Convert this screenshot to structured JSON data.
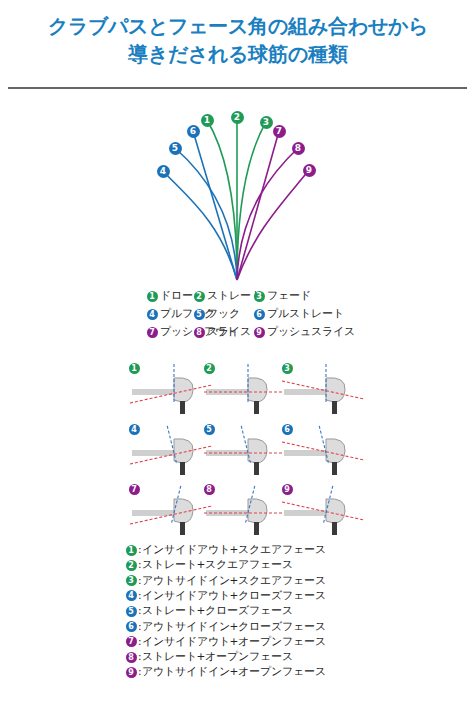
{
  "diagram": {
    "title": "クラブパスとフェース角の組み合わせから 導きだされる球筋の種類",
    "labels": [
      "1",
      "2",
      "3",
      "4",
      "5",
      "6",
      "7",
      "8",
      "9",
      "1",
      "2",
      "3",
      "4",
      "5",
      "6",
      "7",
      "8",
      "9",
      "ドロー",
      "ストレート",
      "フェード",
      "プルフック",
      "フック",
      "プルストレート",
      "プッシュアウト",
      "スライス",
      "プッシュスライス",
      "1",
      "2",
      "3",
      "4",
      "5",
      "6",
      "7",
      "8",
      "9",
      "1",
      "2",
      "3",
      "4",
      "5",
      "6",
      "7",
      "8",
      "9",
      ":インサイドアウト+スクエアフェース",
      ":ストレート+スクエアフェース",
      ":アウトサイドイン+スクエアフェース",
      ":インサイドアウト+クローズフェース",
      ":ストレート+クローズフェース",
      ":アウトサイドイン+クローズフェース",
      ":インサイドアウト+オープンフェース",
      ":ストレート+オープンフェース",
      ":アウトサイドイン+オープンフェース"
    ]
  }
}
